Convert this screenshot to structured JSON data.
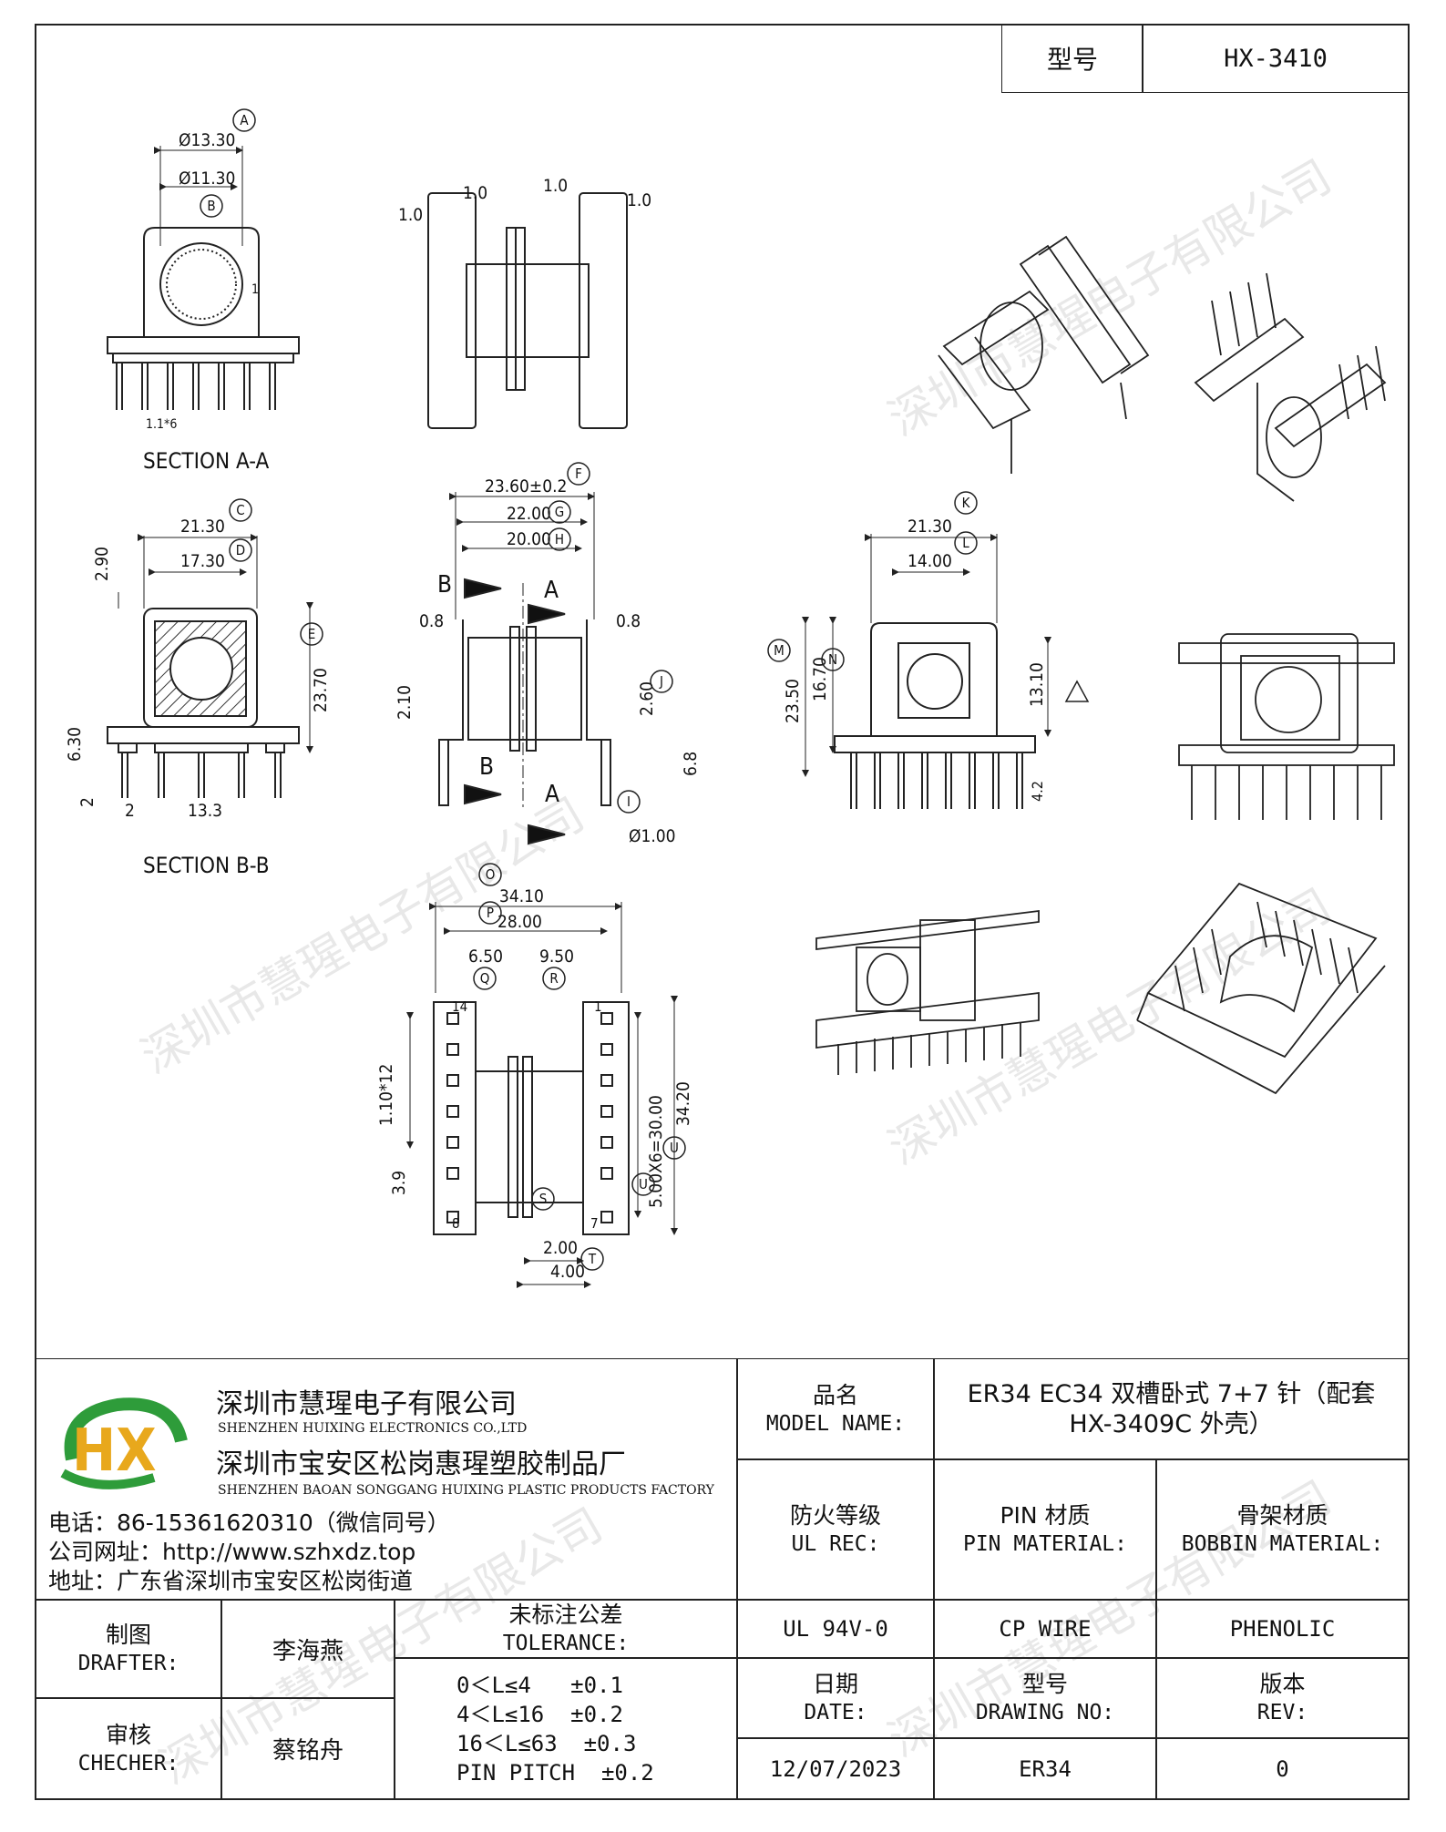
{
  "header": {
    "model_label": "型号",
    "model_value": "HX-3410"
  },
  "drawing": {
    "section_aa": "SECTION A-A",
    "section_bb": "SECTION B-B",
    "dims_aa": {
      "a": "Ø13.30",
      "b": "Ø11.30",
      "pin": "1.1*6",
      "one": "1"
    },
    "marks": {
      "a": "A",
      "b": "B",
      "c": "C",
      "d": "D",
      "e": "E",
      "f": "F",
      "g": "G",
      "h": "H",
      "i": "I",
      "j": "J",
      "k": "K",
      "l": "L",
      "m": "M",
      "n": "N",
      "o": "O",
      "p": "P",
      "q": "Q",
      "r": "R",
      "s": "S",
      "t": "T",
      "u": "U"
    },
    "dims_side": {
      "d1": "1.0",
      "d2": "1.0",
      "d3": "1.0",
      "d4": "1.0"
    },
    "dims_bb": {
      "w1": "21.30",
      "w2": "17.30",
      "h1": "2.90",
      "h2": "23.70",
      "h3": "6.30",
      "h4": "2",
      "w3": "2",
      "w4": "13.3"
    },
    "dims_front": {
      "f": "23.60±0.2",
      "g": "22.00",
      "h": "20.00",
      "l08": "0.8",
      "r08": "0.8",
      "h210": "2.10",
      "h260": "2.60",
      "h68": "6.8",
      "pin": "Ø1.00",
      "arrow_a": "A",
      "arrow_b": "B"
    },
    "dims_end": {
      "k": "21.30",
      "l": "14.00",
      "m": "23.50",
      "n": "16.70",
      "h1310": "13.10",
      "h42": "4.2"
    },
    "dims_bottom": {
      "o": "34.10",
      "p": "28.00",
      "q": "6.50",
      "r": "9.50",
      "v1": "1.10*12",
      "v2": "3.9",
      "s": "2.00",
      "t": "4.00",
      "u1": "5.00X6=30.00",
      "u2": "34.20",
      "p14": "14",
      "p1": "1",
      "p8": "8",
      "p7": "7"
    }
  },
  "watermark": "深圳市慧瑆电子有限公司",
  "company": {
    "name_cn": "深圳市慧瑆电子有限公司",
    "name_en": "SHENZHEN HUIXING ELECTRONICS CO.,LTD",
    "factory_cn": "深圳市宝安区松岗惠瑆塑胶制品厂",
    "factory_en": "SHENZHEN BAOAN SONGGANG HUIXING PLASTIC PRODUCTS FACTORY",
    "phone": "电话：86-15361620310（微信同号）",
    "web": "公司网址：http://www.szhxdz.top",
    "address": "地址：广东省深圳市宝安区松岗街道",
    "logo_text": "HX"
  },
  "title_block": {
    "model_name_cn": "品名",
    "model_name_en": "MODEL NAME:",
    "model_name_value_1": "ER34 EC34 双槽卧式 7+7 针（配套",
    "model_name_value_2": "HX-3409C 外壳）",
    "ul_cn": "防火等级",
    "ul_en": "UL REC:",
    "pin_cn": "PIN 材质",
    "pin_en": "PIN MATERIAL:",
    "bobbin_cn": "骨架材质",
    "bobbin_en": "BOBBIN MATERIAL:",
    "drafter_cn": "制图",
    "drafter_en": "DRAFTER:",
    "drafter_value": "李海燕",
    "tol_cn": "未标注公差",
    "tol_en": "TOLERANCE:",
    "ul_value": "UL 94V-0",
    "pin_value": "CP WIRE",
    "bobbin_value": "PHENOLIC",
    "checker_cn": "审核",
    "checker_en": "CHECHER:",
    "checker_value": "蔡铭舟",
    "tol_1": "0＜L≤4   ±0.1",
    "tol_2": "4＜L≤16  ±0.2",
    "tol_3": "16＜L≤63  ±0.3",
    "tol_4": "PIN PITCH  ±0.2",
    "date_cn": "日期",
    "date_en": "DATE:",
    "date_value": "12/07/2023",
    "drawing_cn": "型号",
    "drawing_en": "DRAWING NO:",
    "drawing_value": "ER34",
    "rev_cn": "版本",
    "rev_en": "REV:",
    "rev_value": "0"
  }
}
